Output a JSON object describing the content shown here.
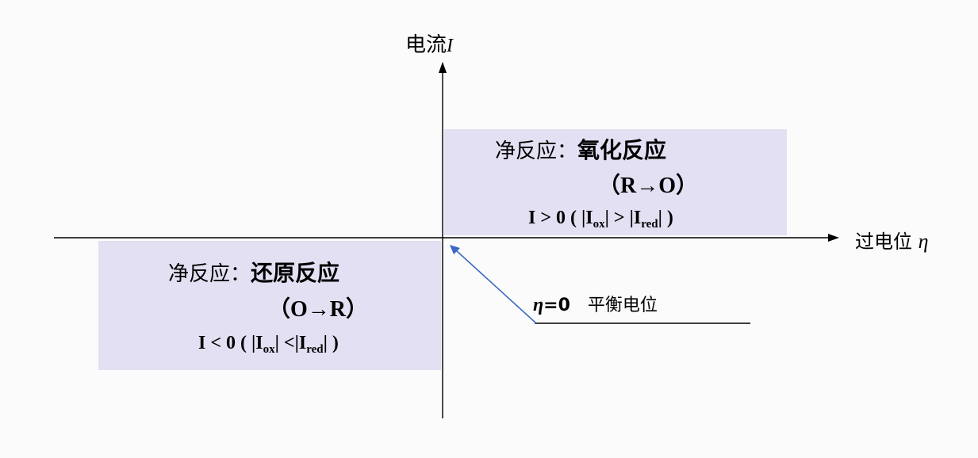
{
  "colors": {
    "background": "#fbfbfb",
    "region_fill": "#e4e0f3",
    "axis": "#000000",
    "arrow": "#3b68c6"
  },
  "y_axis": {
    "label": "电流",
    "symbol": "I"
  },
  "x_axis": {
    "label": "过电位",
    "symbol": "η"
  },
  "oxidation_region": {
    "net_label": "净反应：",
    "reaction": "氧化反应",
    "formula": "（R→O）",
    "condition": {
      "main": "I > 0 ( |I",
      "sub1": "ox",
      "mid": "| >  |I",
      "sub2": "red",
      "end": "| )"
    }
  },
  "reduction_region": {
    "net_label": "净反应：",
    "reaction": "还原反应",
    "formula": "（O→R）",
    "condition": {
      "main": "I < 0 ( |I",
      "sub1": "ox",
      "mid": "| <|I",
      "sub2": "red",
      "end": "| )"
    }
  },
  "equilibrium": {
    "symbol": "η",
    "value": "=0",
    "label": "平衡电位"
  }
}
